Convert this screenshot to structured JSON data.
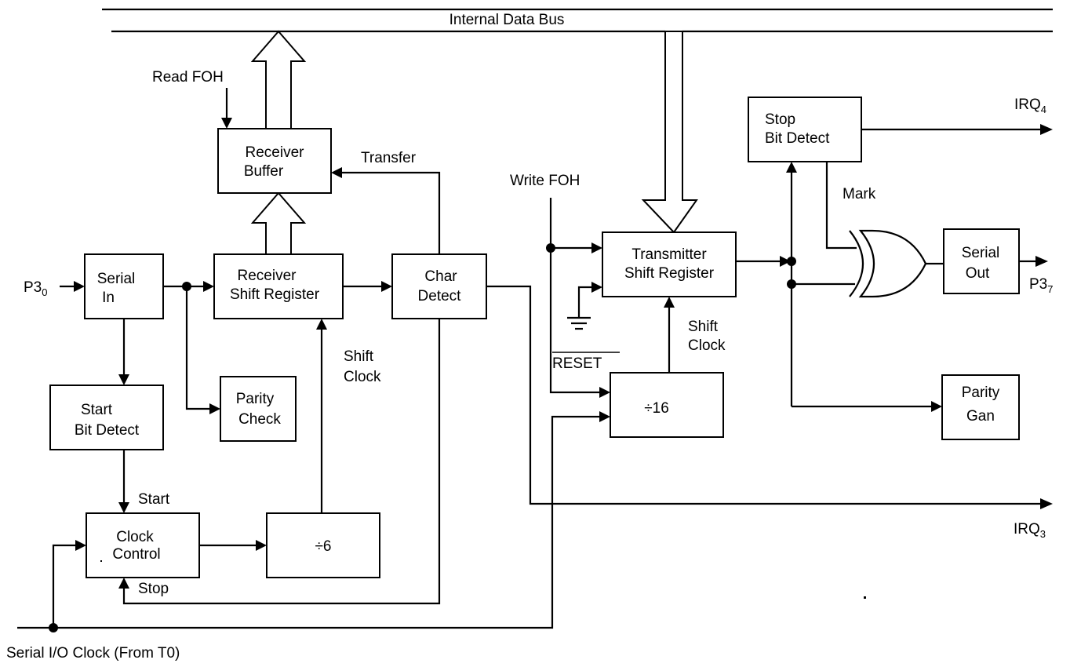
{
  "bus": {
    "label": "Internal Data Bus"
  },
  "blocks": {
    "serial_in": [
      "Serial",
      "In"
    ],
    "receiver_buffer": [
      "Receiver",
      "Buffer"
    ],
    "receiver_shift_register": [
      "Receiver",
      "Shift Register"
    ],
    "char_detect": [
      "Char",
      "Detect"
    ],
    "parity_check": [
      "Parity",
      "Check"
    ],
    "start_bit_detect": [
      "Start",
      "Bit Detect"
    ],
    "clock_control": [
      "Clock",
      "Control"
    ],
    "divide_6": "÷6",
    "stop_bit_detect": [
      "Stop",
      "Bit Detect"
    ],
    "transmitter_shift_register": [
      "Transmitter",
      "Shift Register"
    ],
    "divide_16": "÷16",
    "serial_out": [
      "Serial",
      "Out"
    ],
    "parity_gen": [
      "Parity",
      "Gan"
    ]
  },
  "signals": {
    "read_foh": "Read FOH",
    "transfer": "Transfer",
    "write_foh": "Write FOH",
    "reset": "RESET",
    "mark": "Mark",
    "start": "Start",
    "stop": "Stop",
    "shift_clock_rx": [
      "Shift",
      "Clock"
    ],
    "shift_clock_tx": [
      "Shift",
      "Clock"
    ],
    "serial_io_clock": "Serial I/O Clock (From T0)"
  },
  "ports": {
    "p3_0": {
      "base": "P3",
      "sub": "0"
    },
    "p3_7": {
      "base": "P3",
      "sub": "7"
    },
    "irq4": {
      "base": "IRQ",
      "sub": "4"
    },
    "irq3": {
      "base": "IRQ",
      "sub": "3"
    }
  }
}
